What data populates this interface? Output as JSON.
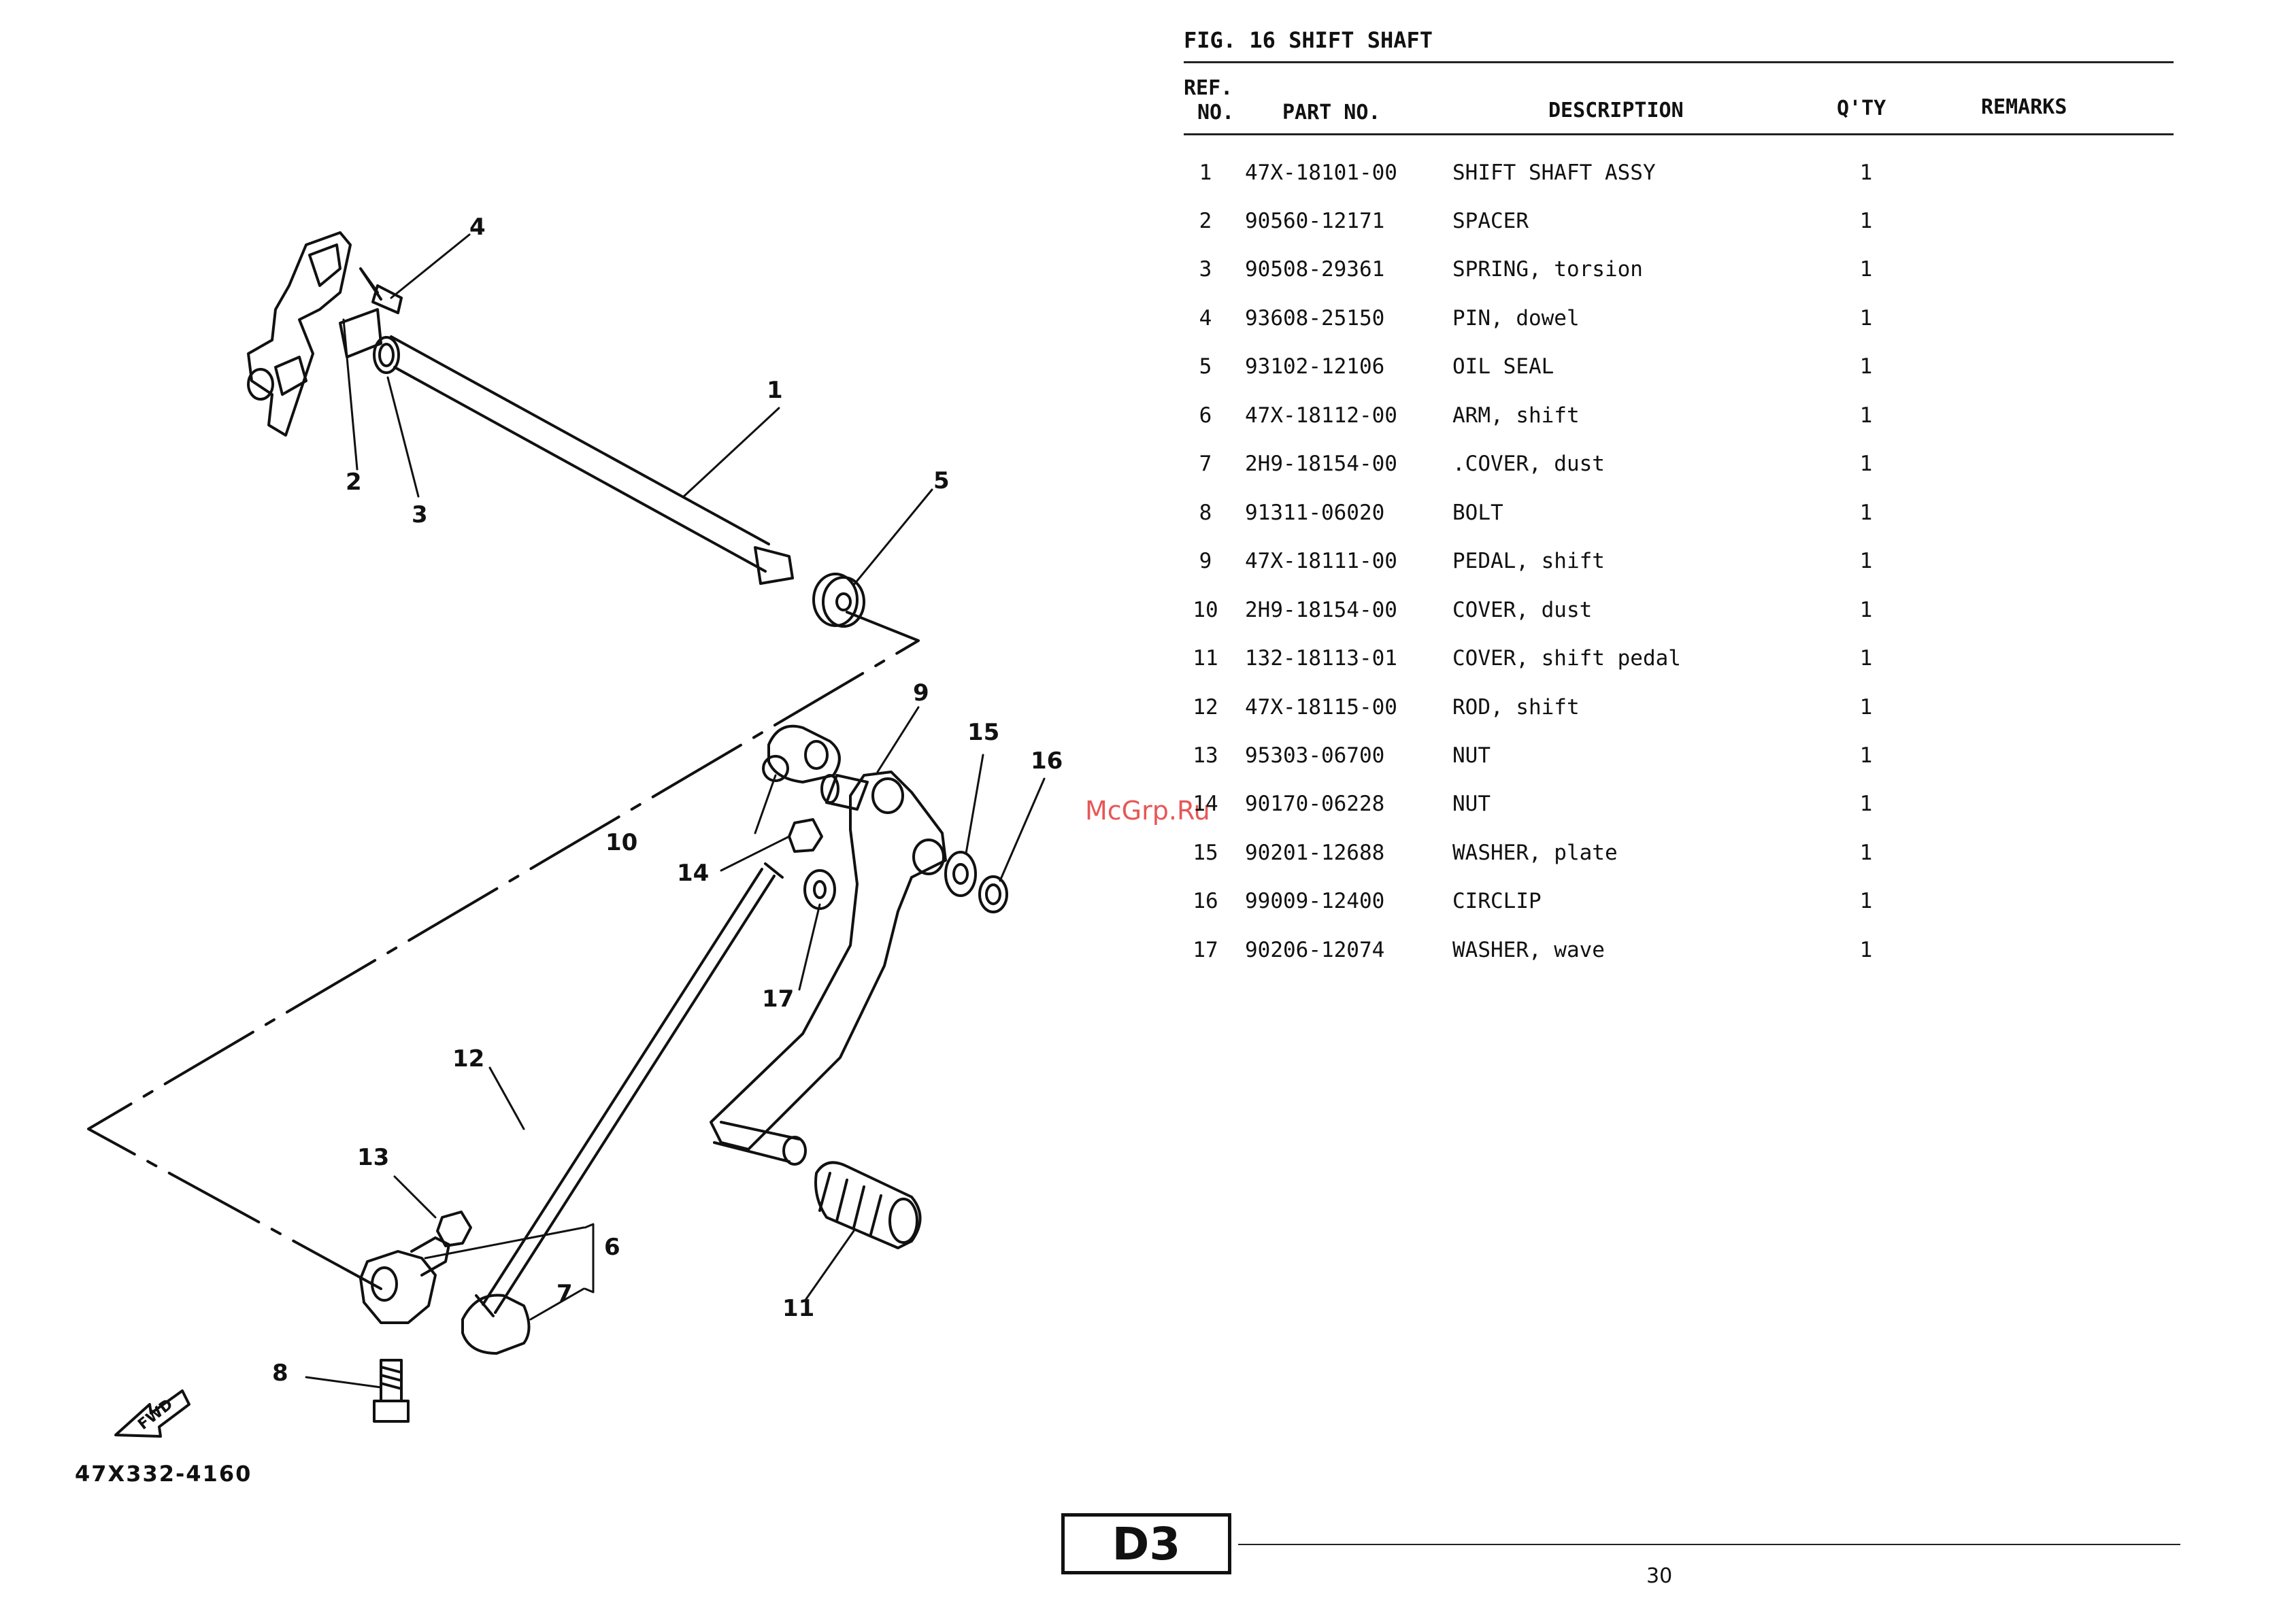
{
  "figure": {
    "title": "FIG. 16  SHIFT SHAFT"
  },
  "table": {
    "headers": {
      "ref_line1": "REF.",
      "ref_line2": "NO.",
      "part": "PART NO.",
      "desc": "DESCRIPTION",
      "qty": "Q'TY",
      "remarks": "REMARKS"
    },
    "rows": [
      {
        "ref": "1",
        "part": "47X-18101-00",
        "desc": "SHIFT SHAFT ASSY",
        "qty": "1"
      },
      {
        "ref": "2",
        "part": "90560-12171",
        "desc": "SPACER",
        "qty": "1"
      },
      {
        "ref": "3",
        "part": "90508-29361",
        "desc": "SPRING, torsion",
        "qty": "1"
      },
      {
        "ref": "4",
        "part": "93608-25150",
        "desc": "PIN, dowel",
        "qty": "1"
      },
      {
        "ref": "5",
        "part": "93102-12106",
        "desc": "OIL SEAL",
        "qty": "1"
      },
      {
        "ref": "6",
        "part": "47X-18112-00",
        "desc": "ARM, shift",
        "qty": "1"
      },
      {
        "ref": "7",
        "part": "2H9-18154-00",
        "desc": ".COVER, dust",
        "qty": "1"
      },
      {
        "ref": "8",
        "part": "91311-06020",
        "desc": "BOLT",
        "qty": "1"
      },
      {
        "ref": "9",
        "part": "47X-18111-00",
        "desc": "PEDAL, shift",
        "qty": "1"
      },
      {
        "ref": "10",
        "part": "2H9-18154-00",
        "desc": "COVER, dust",
        "qty": "1"
      },
      {
        "ref": "11",
        "part": "132-18113-01",
        "desc": "COVER, shift pedal",
        "qty": "1"
      },
      {
        "ref": "12",
        "part": "47X-18115-00",
        "desc": "ROD, shift",
        "qty": "1"
      },
      {
        "ref": "13",
        "part": "95303-06700",
        "desc": "NUT",
        "qty": "1"
      },
      {
        "ref": "14",
        "part": "90170-06228",
        "desc": "NUT",
        "qty": "1"
      },
      {
        "ref": "15",
        "part": "90201-12688",
        "desc": "WASHER, plate",
        "qty": "1"
      },
      {
        "ref": "16",
        "part": "99009-12400",
        "desc": "CIRCLIP",
        "qty": "1"
      },
      {
        "ref": "17",
        "part": "90206-12074",
        "desc": "WASHER, wave",
        "qty": "1"
      }
    ]
  },
  "diagram": {
    "callouts": {
      "c1": "1",
      "c2": "2",
      "c3": "3",
      "c4": "4",
      "c5": "5",
      "c6": "6",
      "c7": "7",
      "c8": "8",
      "c9": "9",
      "c10": "10",
      "c11": "11",
      "c12": "12",
      "c13": "13",
      "c14": "14",
      "c15": "15",
      "c16": "16",
      "c17": "17"
    },
    "fwd_label": "FWD",
    "code": "47X332-4160"
  },
  "watermark": "McGrp.Ru",
  "footer": {
    "section": "D3",
    "page": "30"
  }
}
